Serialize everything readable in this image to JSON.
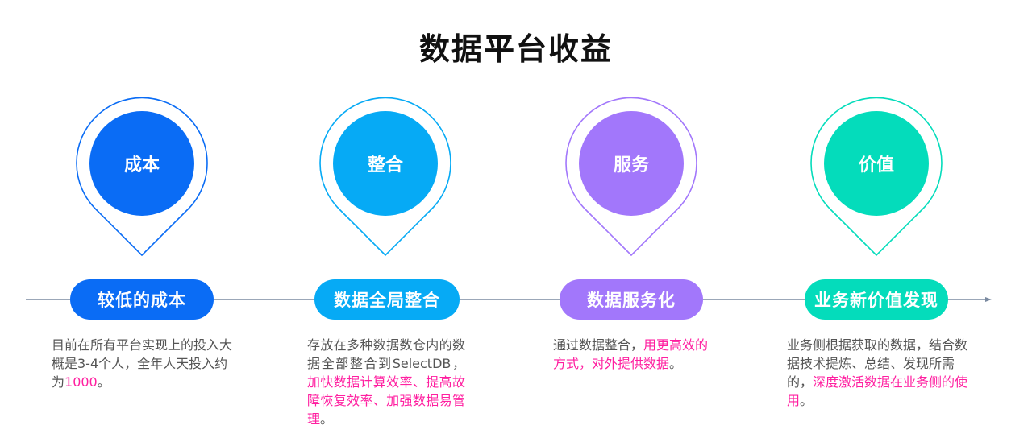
{
  "title": "数据平台收益",
  "colors": {
    "cost": "#0a6cf5",
    "integration": "#06aaf5",
    "service": "#a277fb",
    "value": "#04dcbb",
    "highlight": "#ff1fa0",
    "body_text": "#555555",
    "timeline": "#7a8aa0"
  },
  "stages": [
    {
      "pin_label": "成本",
      "pill_label": "较低的成本",
      "desc_plain": "目前在所有平台实现上的投入大概是3-4个人，全年人天投入约为",
      "desc_highlight": "1000",
      "desc_end": "。"
    },
    {
      "pin_label": "整合",
      "pill_label": "数据全局整合",
      "desc_plain": "存放在多种数据数仓内的数据全部整合到SelectDB，",
      "desc_highlight": "加快数据计算效率、提高故障恢复效率、加强数据易管理",
      "desc_end": "。"
    },
    {
      "pin_label": "服务",
      "pill_label": "数据服务化",
      "desc_plain": "通过数据整合，",
      "desc_highlight": "用更高效的方式，对外提供数据",
      "desc_end": "。"
    },
    {
      "pin_label": "价值",
      "pill_label": "业务新价值发现",
      "desc_plain": "业务侧根据获取的数据，结合数据技术提炼、总结、发现所需的，",
      "desc_highlight": "深度激活数据在业务侧的使用",
      "desc_end": "。"
    }
  ]
}
